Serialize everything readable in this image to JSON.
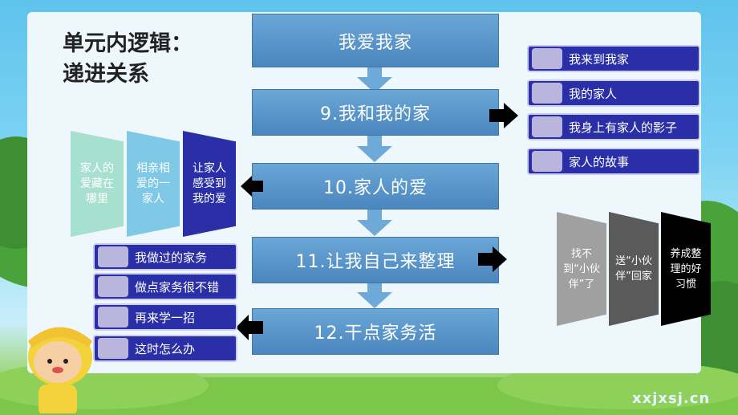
{
  "title": "单元内逻辑：\n递进关系",
  "flow": [
    {
      "label": "我爱我家"
    },
    {
      "label": "9.我和我的家"
    },
    {
      "label": "10.家人的爱"
    },
    {
      "label": "11.让我自己来整理"
    },
    {
      "label": "12.干点家务活"
    }
  ],
  "lesson9_topics": [
    "我来到我家",
    "我的家人",
    "我身上有家人的影子",
    "家人的故事"
  ],
  "lesson10_topics": [
    "家人的爱藏在哪里",
    "相亲相爱的一家人",
    "让家人感受到我的爱"
  ],
  "lesson11_topics": [
    "找不到“小伙伴”了",
    "送“小伙伴”回家",
    "养成整理的好习惯"
  ],
  "lesson12_topics": [
    "我做过的家务",
    "做点家务很不错",
    "再来学一招",
    "这时怎么办"
  ],
  "watermark": "xxjxsj.cn",
  "colors": {
    "flow_box": "#4b87bf",
    "side_item": "#2a2fa8",
    "arrow": "#000000"
  }
}
